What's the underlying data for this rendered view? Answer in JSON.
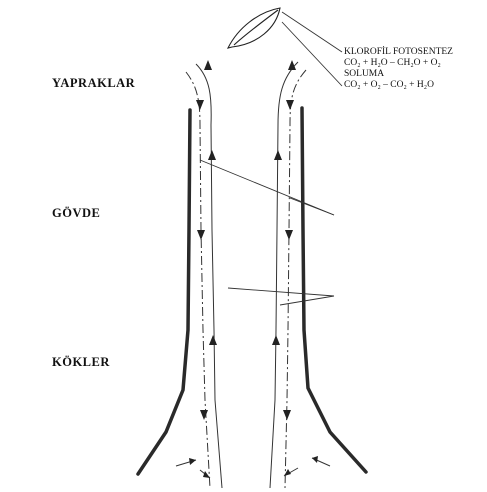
{
  "labels": {
    "leaves": "YAPRAKLAR",
    "stem": "GÖVDE",
    "roots": "KÖKLER"
  },
  "formulas": {
    "photosynthesis_title": "KLOROFİL FOTOSENTEZ",
    "photosynthesis_eq": "CO₂ + H₂O – CH₂O + O₂",
    "respiration_title": "SOLUMA",
    "respiration_eq": "CO₂ + O₂ – CO₂ + H₂O"
  },
  "colors": {
    "line": "#222222",
    "thick": "#2a2a2a"
  }
}
